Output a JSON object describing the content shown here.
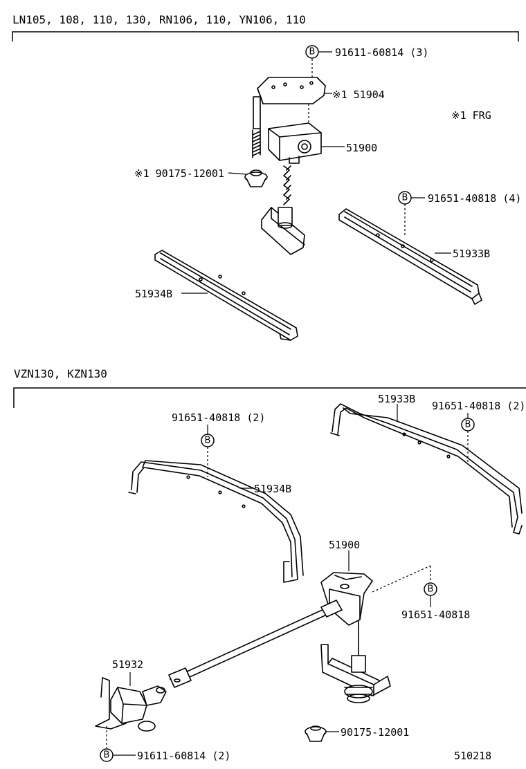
{
  "diagram": {
    "figure_number": "510218",
    "sections": [
      {
        "id": "top",
        "heading": "LN105, 108, 110, 130, RN106, 110, YN106, 110",
        "note": "※1 FRG",
        "labels": {
          "bolt_a": "91611-60814 (3)",
          "bracket": "※1 51904",
          "carrier": "51900",
          "clip": "※1 90175-12001",
          "bolt_b": "91651-40818 (4)",
          "rail_right": "51933B",
          "rail_left": "51934B"
        }
      },
      {
        "id": "bottom",
        "heading": "VZN130, KZN130",
        "labels": {
          "bolt_left": "91651-40818 (2)",
          "rail_left": "51934B",
          "rail_right": "51933B",
          "bolt_right": "91651-40818 (2)",
          "carrier": "51900",
          "bolt_carrier": "91651-40818",
          "handle": "51932",
          "clip": "90175-12001",
          "bolt_handle": "91611-60814 (2)"
        }
      }
    ],
    "bolt_symbol": "B"
  }
}
